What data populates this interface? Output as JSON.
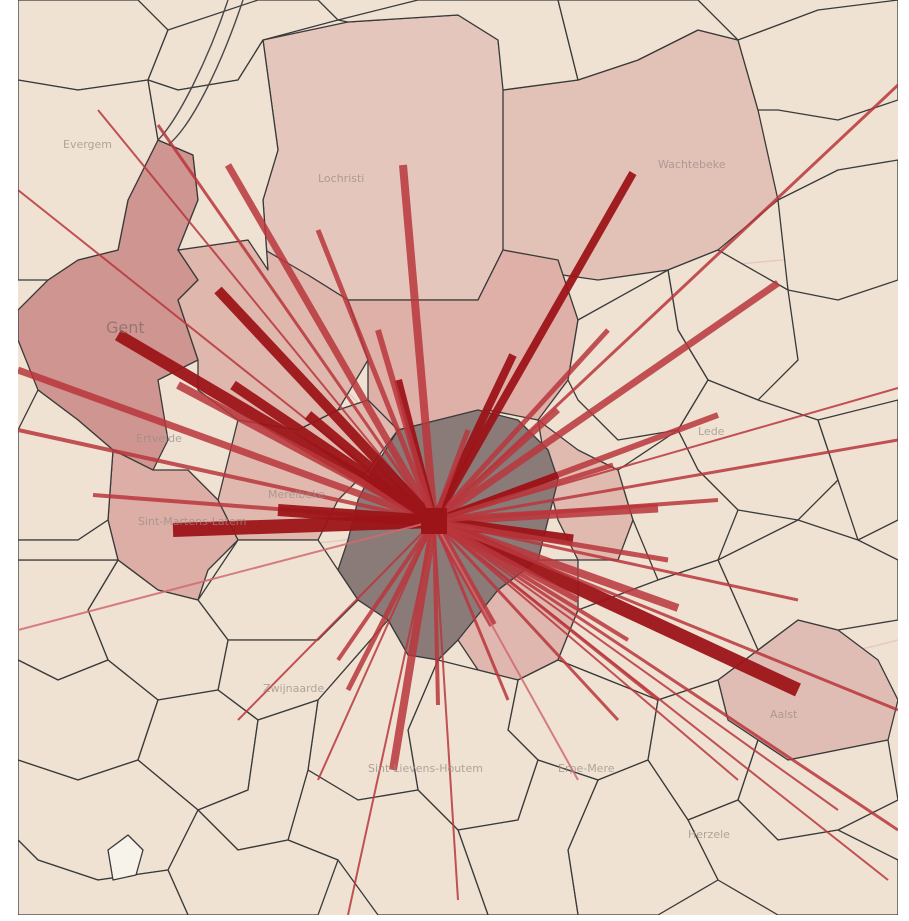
{
  "map": {
    "labels": [
      {
        "id": "evergem",
        "text": "Evergem"
      },
      {
        "id": "lochristi",
        "text": "Lochristi"
      },
      {
        "id": "wachtebeke",
        "text": "Wachtebeke"
      },
      {
        "id": "gent",
        "text": "Gent"
      },
      {
        "id": "sint-martens-latem",
        "text": "Sint-Martens-Latem"
      },
      {
        "id": "merelbeke",
        "text": "Merelbeke"
      },
      {
        "id": "zwijnaarde",
        "text": "Zwijnaarde"
      },
      {
        "id": "ertvelde-small",
        "text": "Ertvelde"
      },
      {
        "id": "erpe-mere",
        "text": "Erpe-Mere"
      },
      {
        "id": "aalst",
        "text": "Aalst"
      },
      {
        "id": "herzele",
        "text": "Herzele"
      },
      {
        "id": "sint-lievens-houtem",
        "text": "Sint-Lievens-Houtem"
      },
      {
        "id": "lede",
        "text": "Lede"
      }
    ],
    "colors": {
      "background": "#efe2d3",
      "boundary": "#3a3a3a",
      "center_region": "#8a7a78",
      "flow_dark": "#9c1418",
      "flow_mid": "#b8363c",
      "flow_light": "#d06a70"
    }
  }
}
